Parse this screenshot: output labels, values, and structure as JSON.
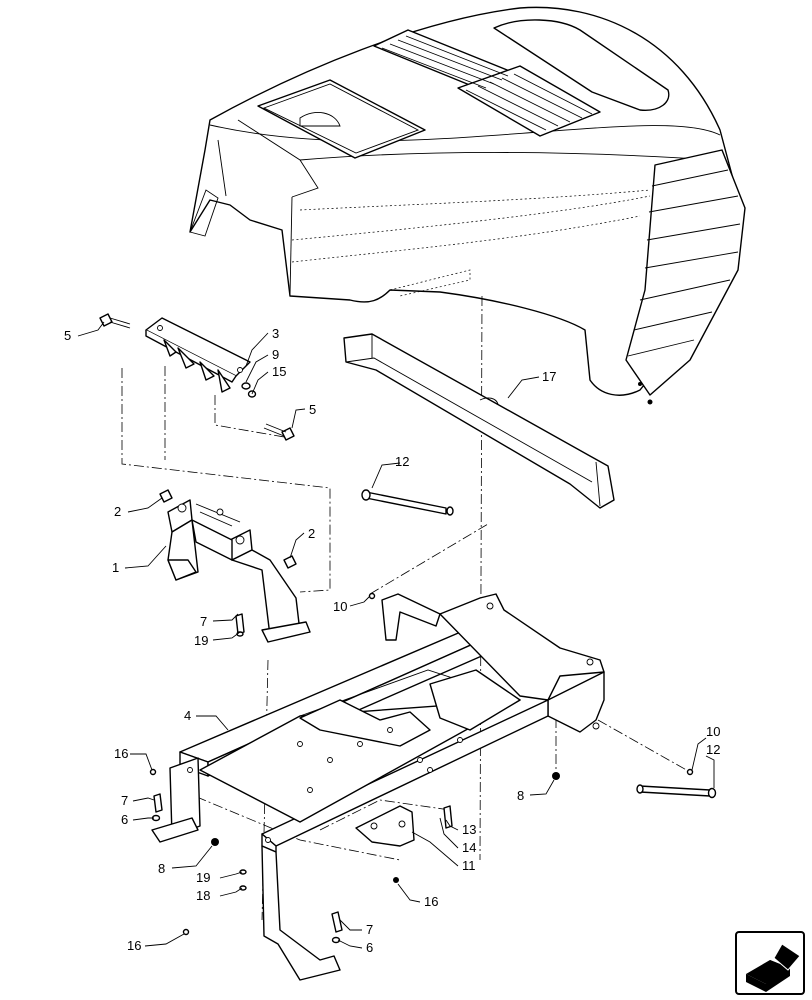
{
  "callouts": [
    {
      "id": "c1",
      "text": "1"
    },
    {
      "id": "c2a",
      "text": "2"
    },
    {
      "id": "c2b",
      "text": "2"
    },
    {
      "id": "c3",
      "text": "3"
    },
    {
      "id": "c4",
      "text": "4"
    },
    {
      "id": "c5a",
      "text": "5"
    },
    {
      "id": "c5b",
      "text": "5"
    },
    {
      "id": "c6a",
      "text": "6"
    },
    {
      "id": "c6b",
      "text": "6"
    },
    {
      "id": "c7a",
      "text": "7"
    },
    {
      "id": "c7b",
      "text": "7"
    },
    {
      "id": "c7c",
      "text": "7"
    },
    {
      "id": "c8a",
      "text": "8"
    },
    {
      "id": "c8b",
      "text": "8"
    },
    {
      "id": "c9",
      "text": "9"
    },
    {
      "id": "c10a",
      "text": "10"
    },
    {
      "id": "c10b",
      "text": "10"
    },
    {
      "id": "c11",
      "text": "11"
    },
    {
      "id": "c12a",
      "text": "12"
    },
    {
      "id": "c12b",
      "text": "12"
    },
    {
      "id": "c13",
      "text": "13"
    },
    {
      "id": "c14",
      "text": "14"
    },
    {
      "id": "c15",
      "text": "15"
    },
    {
      "id": "c16a",
      "text": "16"
    },
    {
      "id": "c16b",
      "text": "16"
    },
    {
      "id": "c16c",
      "text": "16"
    },
    {
      "id": "c17",
      "text": "17"
    },
    {
      "id": "c18",
      "text": "18"
    },
    {
      "id": "c19a",
      "text": "19"
    },
    {
      "id": "c19b",
      "text": "19"
    }
  ],
  "icons": {
    "nav": "next-page-arrow-icon"
  }
}
